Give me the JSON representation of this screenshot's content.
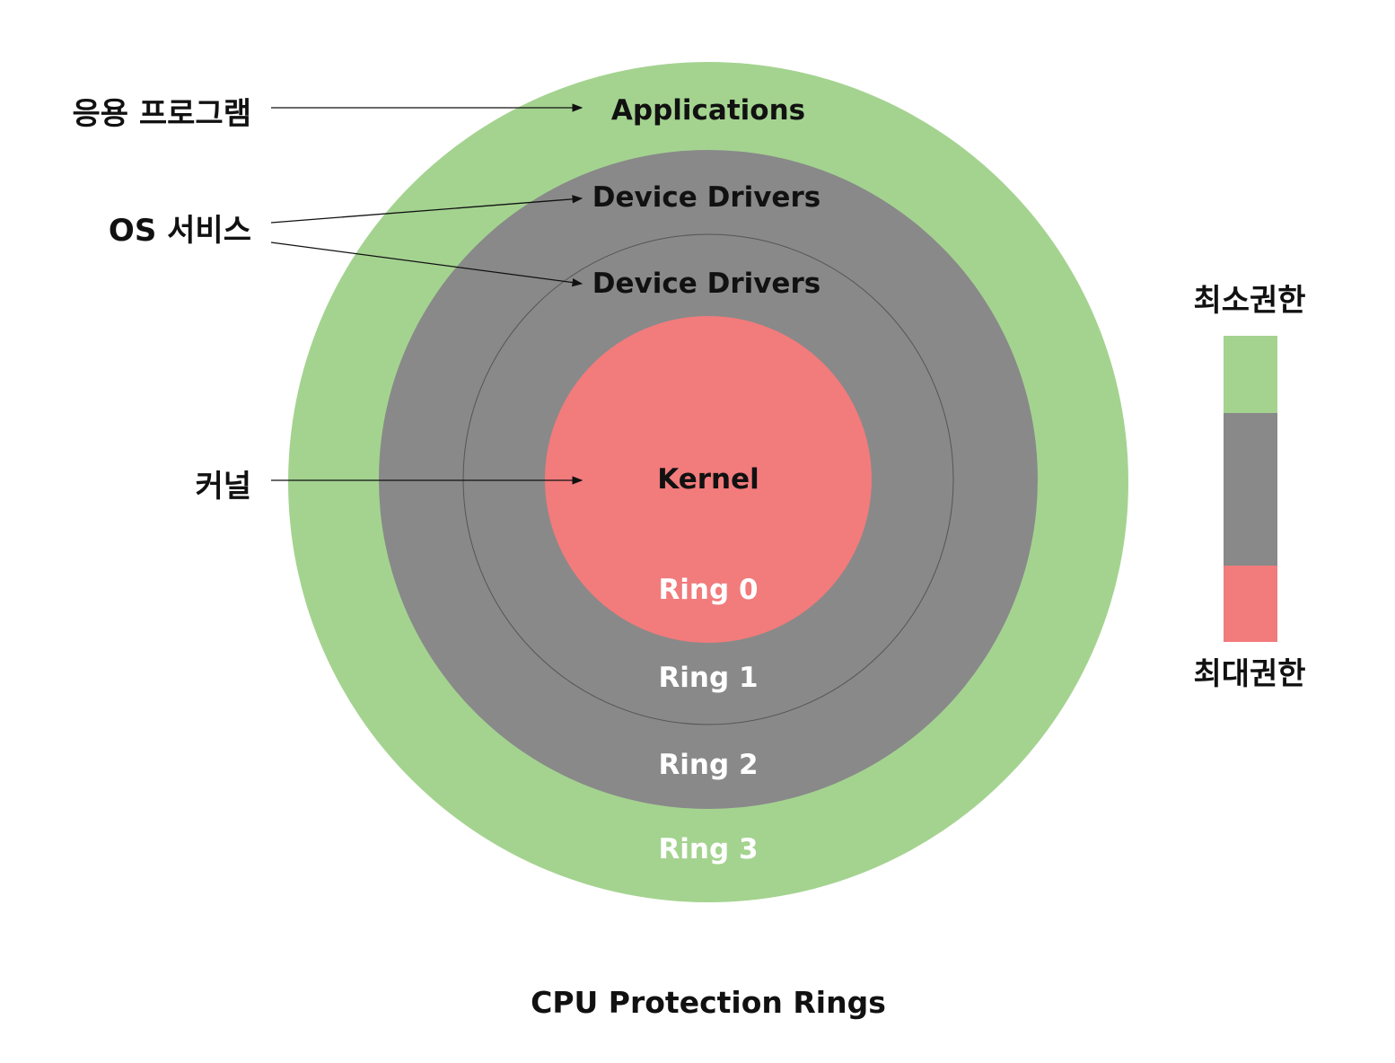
{
  "colors": {
    "ring3": "#a4d390",
    "ring12": "#898989",
    "ring0": "#f27b7c",
    "divider": "#555555",
    "dark_text": "#111111",
    "light_text": "#ffffff"
  },
  "diagram": {
    "caption": "CPU Protection Rings",
    "ring_layers": {
      "applications": "Applications",
      "device_drivers_outer": "Device Drivers",
      "device_drivers_inner": "Device Drivers",
      "kernel": "Kernel"
    },
    "ring_numbers": {
      "ring0": "Ring 0",
      "ring1": "Ring 1",
      "ring2": "Ring 2",
      "ring3": "Ring 3"
    },
    "side_labels": {
      "applications": "응용 프로그램",
      "os_services": "OS 서비스",
      "kernel": "커널"
    }
  },
  "legend": {
    "top_label": "최소권한",
    "bottom_label": "최대권한",
    "order_top_to_bottom": [
      "ring3",
      "ring12",
      "ring0"
    ]
  }
}
